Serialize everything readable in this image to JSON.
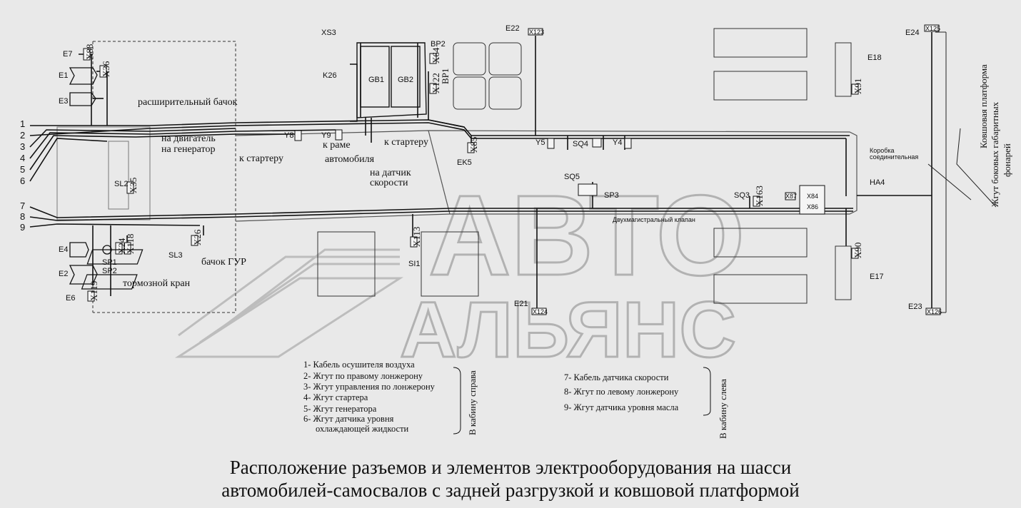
{
  "watermark": {
    "line1": "АВТО",
    "line2": "АЛЬЯНС"
  },
  "harness_numbers": [
    "1",
    "2",
    "3",
    "4",
    "5",
    "6",
    "7",
    "8",
    "9"
  ],
  "components": {
    "E1": "E1",
    "E2": "E2",
    "E3": "E3",
    "E4": "E4",
    "E6": "E6",
    "E7": "E7",
    "E17": "E17",
    "E18": "E18",
    "E21": "E21",
    "E22": "E22",
    "E23": "E23",
    "E24": "E24",
    "XS3": "XS3",
    "K26": "K26",
    "GB1": "GB1",
    "GB2": "GB2",
    "BP1": "BP1",
    "BP2": "BP2",
    "SL2": "SL2",
    "SL3": "SL3",
    "SP1": "SP1",
    "SP2": "SP2",
    "SI1": "SI1",
    "Y8": "Y8",
    "Y9": "Y9",
    "Y5": "Y5",
    "Y4": "Y4",
    "EK5": "EK5",
    "SQ4": "SQ4",
    "SQ5": "SQ5",
    "SP3": "SP3",
    "SQ3": "SQ3",
    "HA4": "HA4"
  },
  "connectors": {
    "X88": "X88",
    "X36": "X36",
    "X35": "X35",
    "X26": "X26",
    "X24": "X24",
    "X118": "X118",
    "X119": "X119",
    "X64": "X64",
    "X122": "X122",
    "X123": "X123",
    "X124": "X124",
    "X125": "X125",
    "X126": "X126",
    "X85": "X85",
    "X91": "X91",
    "X90": "X90",
    "X87": "X87",
    "X84": "X84",
    "X86": "X86",
    "X163": "X163",
    "X113": "X113"
  },
  "annotations": {
    "expansion_tank": "расширительный бачок",
    "to_engine": "на двигатель",
    "to_generator": "на генератор",
    "to_starter_1": "к стартеру",
    "to_starter_2": "к стартеру",
    "to_frame_1": "к раме",
    "to_frame_2": "автомобиля",
    "to_speed_sensor_1": "на датчик",
    "to_speed_sensor_2": "скорости",
    "gur_tank": "бачок ГУР",
    "brake_valve": "тормозной кран",
    "two_line_valve": "Двухмагистральный клапан",
    "junction_box_1": "Коробка",
    "junction_box_2": "соединительная",
    "side_harness_1": "Ковшовая платформа",
    "side_harness_2": "Жгут боковых габаритных",
    "side_harness_3": "фонарей"
  },
  "legend_right": {
    "items": [
      {
        "n": "1-",
        "text": "Кабель осушителя воздуха"
      },
      {
        "n": "2-",
        "text": "Жгут по правому лонжерону"
      },
      {
        "n": "3-",
        "text": "Жгут управления по лонжерону"
      },
      {
        "n": "4-",
        "text": "Жгут стартера"
      },
      {
        "n": "5-",
        "text": "Жгут генератора"
      },
      {
        "n": "6-",
        "text": "Жгут датчика уровня"
      },
      {
        "n": "",
        "text": "охлаждающей жидкости"
      }
    ],
    "side": "В кабину справа"
  },
  "legend_left": {
    "items": [
      {
        "n": "7-",
        "text": "Кабель датчика скорости"
      },
      {
        "n": "8-",
        "text": "Жгут по левому лонжерону"
      },
      {
        "n": "9-",
        "text": "Жгут датчика уровня масла"
      }
    ],
    "side": "В кабину слева"
  },
  "caption": {
    "line1": "Расположение разъемов и элементов электрооборудования  на шасси",
    "line2": "автомобилей-самосвалов с задней разгрузкой и ковшовой платформой"
  }
}
